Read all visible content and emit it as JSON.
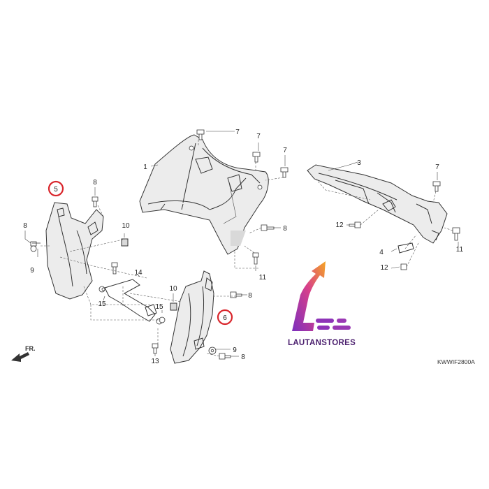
{
  "diagram": {
    "code": "KWWIF2800A",
    "front_label": "FR.",
    "highlight_color": "#d9262c",
    "callouts": [
      {
        "id": "c1",
        "text": "1"
      },
      {
        "id": "c3",
        "text": "3"
      },
      {
        "id": "c4",
        "text": "4"
      },
      {
        "id": "c5",
        "text": "5",
        "highlighted": true
      },
      {
        "id": "c6",
        "text": "6",
        "highlighted": true
      },
      {
        "id": "c7a",
        "text": "7"
      },
      {
        "id": "c7b",
        "text": "7"
      },
      {
        "id": "c7c",
        "text": "7"
      },
      {
        "id": "c7d",
        "text": "7"
      },
      {
        "id": "c8a",
        "text": "8"
      },
      {
        "id": "c8b",
        "text": "8"
      },
      {
        "id": "c8c",
        "text": "8"
      },
      {
        "id": "c8d",
        "text": "8"
      },
      {
        "id": "c8e",
        "text": "8"
      },
      {
        "id": "c9a",
        "text": "9"
      },
      {
        "id": "c9b",
        "text": "9"
      },
      {
        "id": "c10a",
        "text": "10"
      },
      {
        "id": "c10b",
        "text": "10"
      },
      {
        "id": "c11a",
        "text": "11"
      },
      {
        "id": "c11b",
        "text": "11"
      },
      {
        "id": "c12a",
        "text": "12"
      },
      {
        "id": "c12b",
        "text": "12"
      },
      {
        "id": "c13",
        "text": "13"
      },
      {
        "id": "c14",
        "text": "14"
      },
      {
        "id": "c15a",
        "text": "15"
      },
      {
        "id": "c15b",
        "text": "15"
      }
    ]
  },
  "watermark": {
    "brand": "LAUTANSTORES",
    "gradient_start": "#7b2fbe",
    "gradient_end": "#f5a623"
  }
}
